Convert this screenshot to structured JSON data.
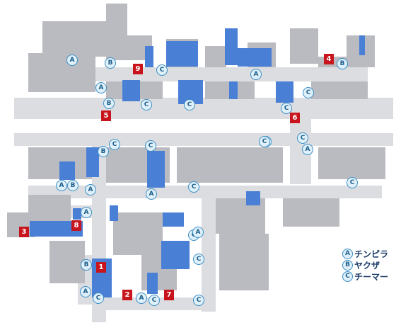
{
  "map": {
    "colors": {
      "road": "#dcdde0",
      "building": "#b9bbc0",
      "highlight": "#4a7fd6",
      "marker_stroke": "#3a8ec4",
      "number_badge": "#c8141c"
    }
  },
  "legend": [
    {
      "symbol": "A",
      "label": "チンピラ"
    },
    {
      "symbol": "B",
      "label": "ヤクザ"
    },
    {
      "symbol": "C",
      "label": "チーマー"
    }
  ],
  "numbered_points": [
    "1",
    "2",
    "3",
    "4",
    "5",
    "6",
    "7",
    "8",
    "9"
  ],
  "enemy_markers": [
    "A",
    "B",
    "C",
    "A",
    "B",
    "C",
    "A",
    "C",
    "C",
    "B",
    "C",
    "C",
    "C",
    "C",
    "A",
    "C",
    "B",
    "C",
    "A",
    "A",
    "B",
    "C",
    "A",
    "C",
    "B",
    "A",
    "C",
    "A",
    "B",
    "A",
    "C",
    "A",
    "C",
    "C",
    "C"
  ]
}
